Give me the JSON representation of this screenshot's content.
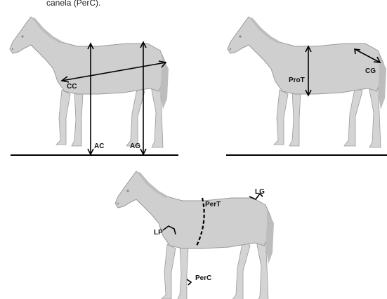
{
  "caption": "canela (PerC).",
  "panels": {
    "top_left": {
      "labels": {
        "cc": "CC",
        "ac": "AC",
        "ag": "AG"
      }
    },
    "top_right": {
      "labels": {
        "prot": "ProT",
        "cg": "CG"
      }
    },
    "bottom": {
      "labels": {
        "pert": "PerT",
        "lg": "LG",
        "lp": "LP",
        "perc": "PerC"
      }
    }
  },
  "colors": {
    "horse": "#cfcfcf",
    "line": "#000000"
  }
}
